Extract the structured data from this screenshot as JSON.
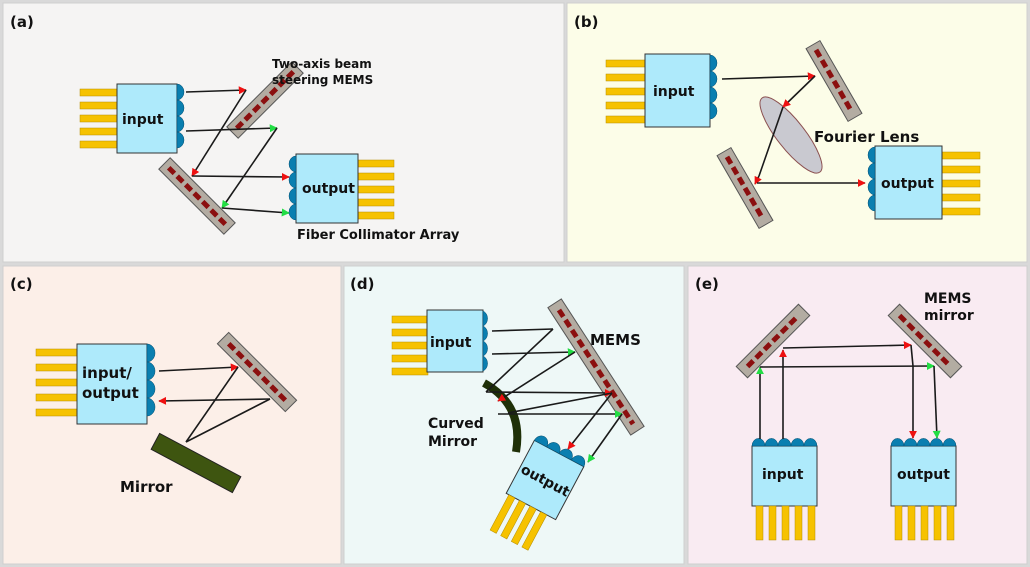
{
  "colors": {
    "panel_a": "#f5f4f3",
    "panel_b": "#fcfde8",
    "panel_c": "#fcefe8",
    "panel_d": "#eef8f7",
    "panel_e": "#f9ebf2",
    "box": "#aeeafb",
    "lens_dome": "#0a7fb0",
    "fiber": "#f6c200",
    "mems_frame": "#b3aca2",
    "mems_element": "#8b0f0f",
    "arrow_red": "#ee1111",
    "arrow_green": "#22dd44",
    "mirror_dark": "#3e5510",
    "fourier_lens": "#c9c9d0"
  },
  "panels": {
    "a": {
      "tag": "(a)",
      "box_label": "input",
      "box2_label": "output",
      "mems_label_line1": "Two-axis beam",
      "mems_label_line2": "steering MEMS",
      "collimator_label": "Fiber Collimator Array"
    },
    "b": {
      "tag": "(b)",
      "box_label": "input",
      "box2_label": "output",
      "lens_label": "Fourier Lens"
    },
    "c": {
      "tag": "(c)",
      "box_label_line1": "input/",
      "box_label_line2": "output",
      "mirror_label": "Mirror"
    },
    "d": {
      "tag": "(d)",
      "box_label": "input",
      "box2_label": "output",
      "mems_label": "MEMS",
      "curved_label_line1": "Curved",
      "curved_label_line2": "Mirror"
    },
    "e": {
      "tag": "(e)",
      "box_label": "input",
      "box2_label": "output",
      "mems_label_line1": "MEMS",
      "mems_label_line2": "mirror"
    }
  }
}
